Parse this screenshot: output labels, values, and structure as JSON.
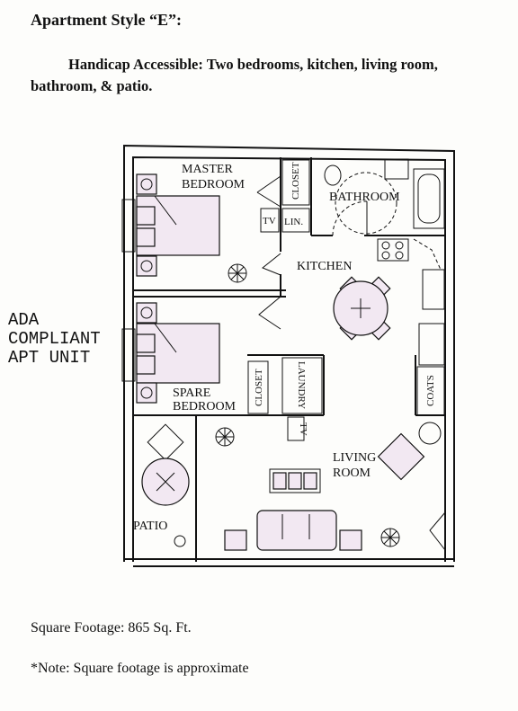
{
  "header": {
    "title": "Apartment Style “E”:",
    "description": "Handicap Accessible: Two bedrooms, kitchen, living room, bathroom, & patio."
  },
  "side_label": "ADA\nCOMPLIANT\nAPT UNIT",
  "rooms": {
    "master_line1": "MASTER",
    "master_line2": "BEDROOM",
    "spare_line1": "SPARE",
    "spare_line2": "BEDROOM",
    "bathroom": "BATHROOM",
    "kitchen": "KITCHEN",
    "living_line1": "LIVING",
    "living_line2": "ROOM",
    "patio": "PATIO"
  },
  "fixtures": {
    "closet": "CLOSET",
    "linen": "LIN.",
    "tv": "TV",
    "laundry": "LAUNDRY",
    "coats": "COATS"
  },
  "footer": {
    "square_footage": "Square Footage: 865 Sq. Ft.",
    "note": "*Note: Square footage is approximate"
  }
}
